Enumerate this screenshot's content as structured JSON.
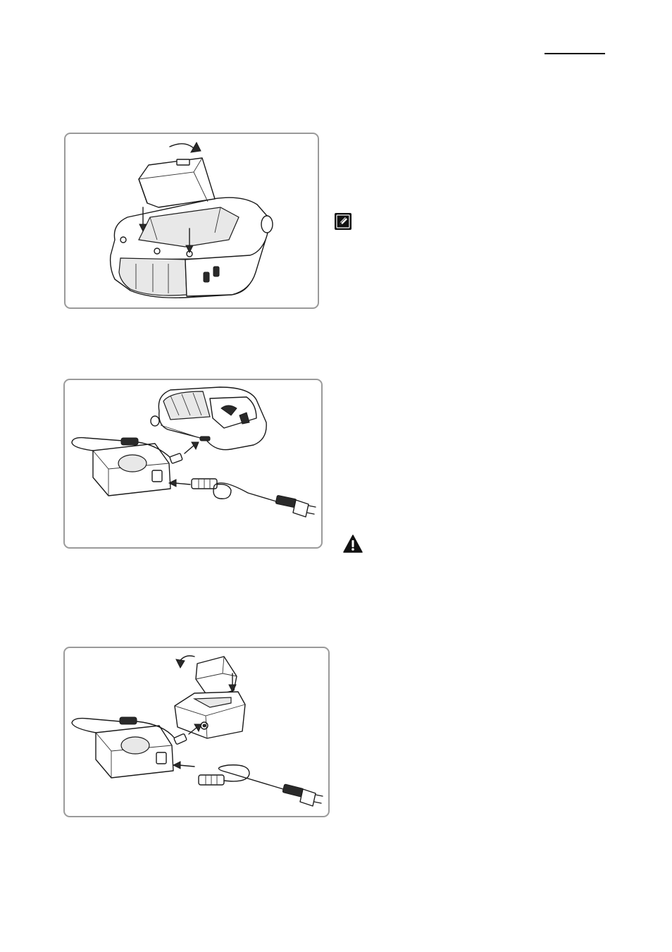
{
  "page": {
    "header_rule": true
  },
  "figures": [
    {
      "id": "fig1",
      "subject": "battery-insertion-into-printer"
    },
    {
      "id": "fig2",
      "subject": "printer-ac-adapter-connection"
    },
    {
      "id": "fig3",
      "subject": "battery-charger-cradle-connection"
    }
  ],
  "icons": {
    "note": "pencil-note-icon",
    "caution": "warning-triangle-icon"
  },
  "colors": {
    "frame_border": "#9a9a9a",
    "line_art": "#1a1a1a",
    "icon_fill": "#111111"
  }
}
